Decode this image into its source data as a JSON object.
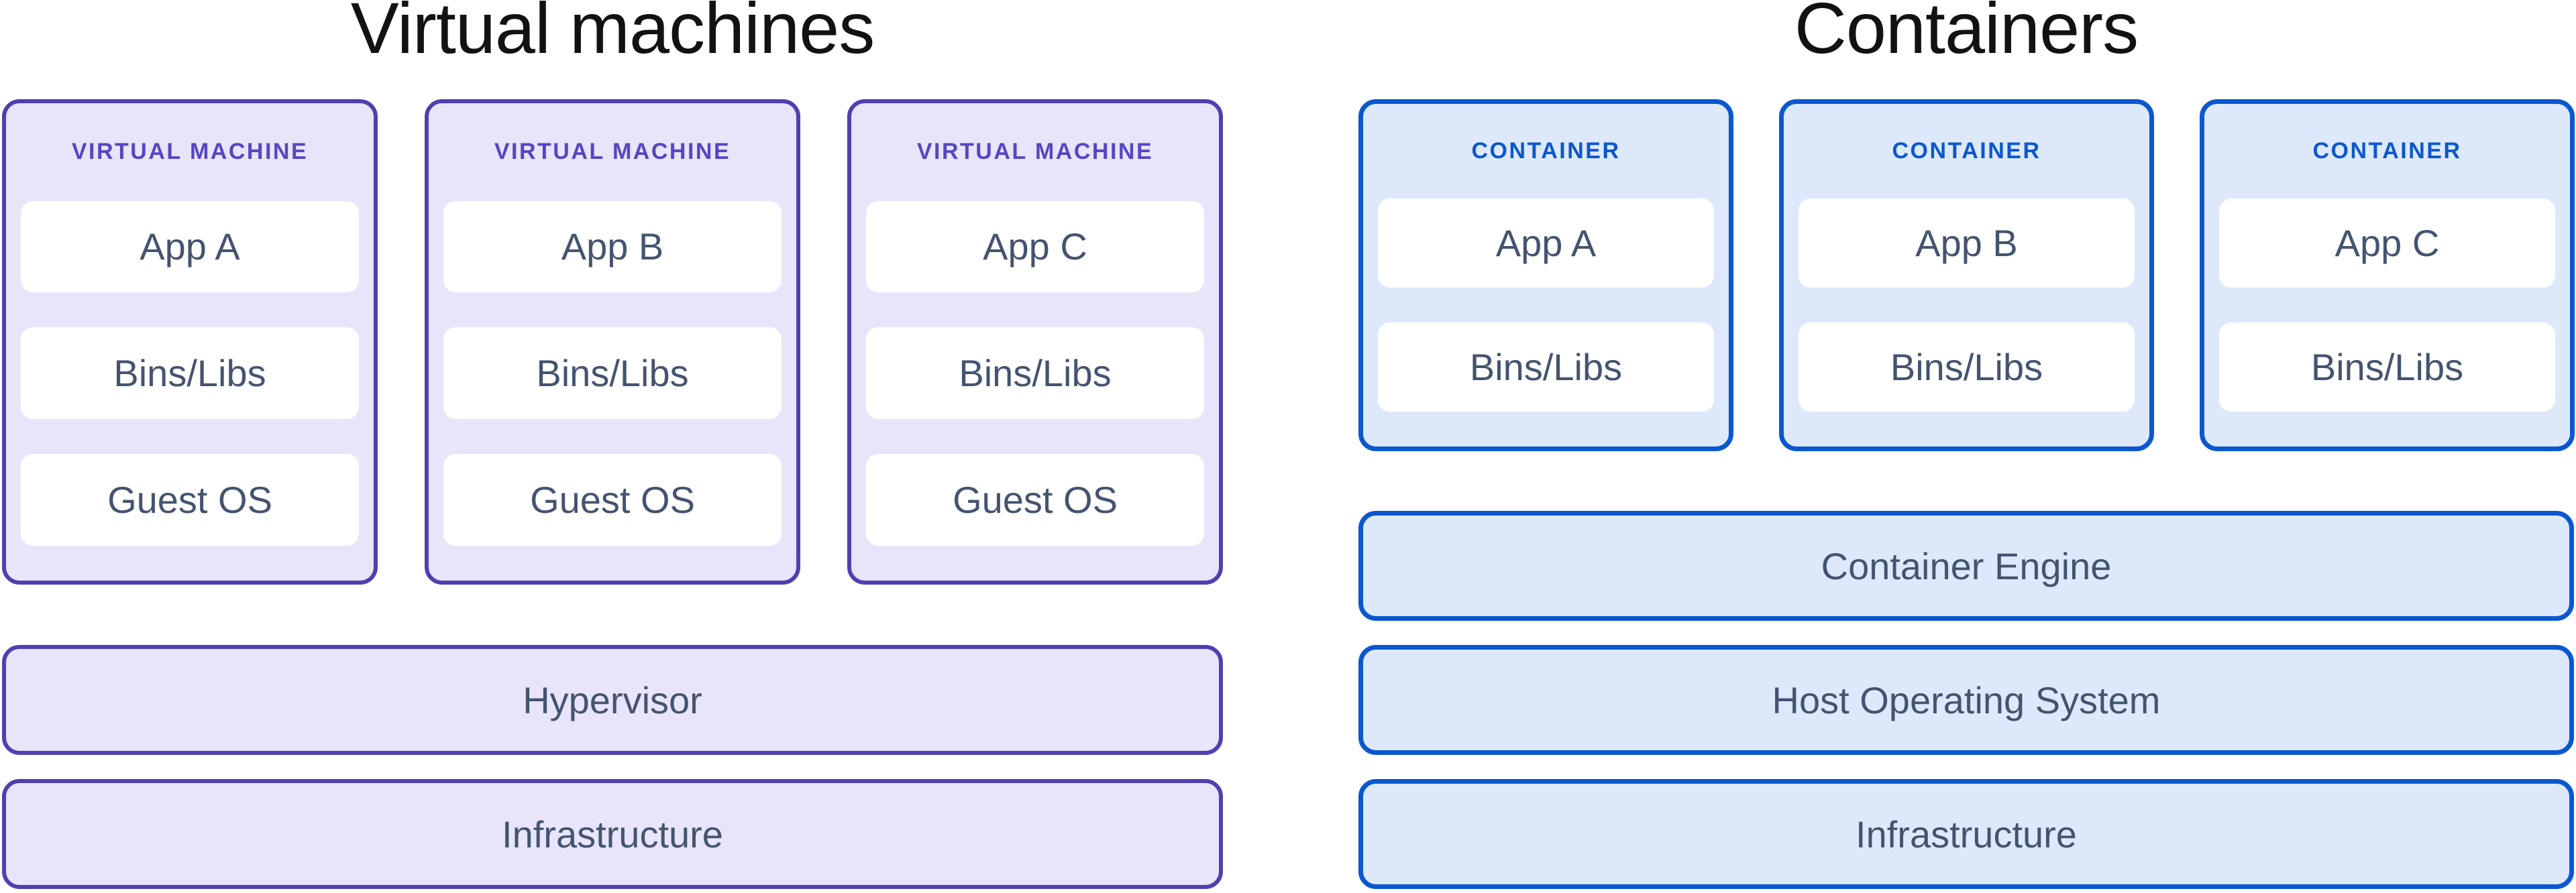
{
  "left": {
    "title": "Virtual machines",
    "cards": [
      {
        "label": "VIRTUAL MACHINE",
        "boxes": [
          "App A",
          "Bins/Libs",
          "Guest OS"
        ]
      },
      {
        "label": "VIRTUAL MACHINE",
        "boxes": [
          "App B",
          "Bins/Libs",
          "Guest OS"
        ]
      },
      {
        "label": "VIRTUAL MACHINE",
        "boxes": [
          "App C",
          "Bins/Libs",
          "Guest OS"
        ]
      }
    ],
    "bars": [
      "Hypervisor",
      "Infrastructure"
    ]
  },
  "right": {
    "title": "Containers",
    "cards": [
      {
        "label": "CONTAINER",
        "boxes": [
          "App A",
          "Bins/Libs"
        ]
      },
      {
        "label": "CONTAINER",
        "boxes": [
          "App B",
          "Bins/Libs"
        ]
      },
      {
        "label": "CONTAINER",
        "boxes": [
          "App C",
          "Bins/Libs"
        ]
      }
    ],
    "bars": [
      "Container Engine",
      "Host Operating System",
      "Infrastructure"
    ]
  },
  "colors": {
    "vm_border": "#4E40B0",
    "vm_fill": "#E8E4F9",
    "vm_label_text": "#5546C4",
    "container_border": "#0B57D0",
    "container_fill": "#DDE9FB",
    "container_label_text": "#0B57D0",
    "inner_box_fill": "#FFFFFF",
    "body_text": "#44546F",
    "title_text": "#101214",
    "background": "#FFFFFF"
  }
}
